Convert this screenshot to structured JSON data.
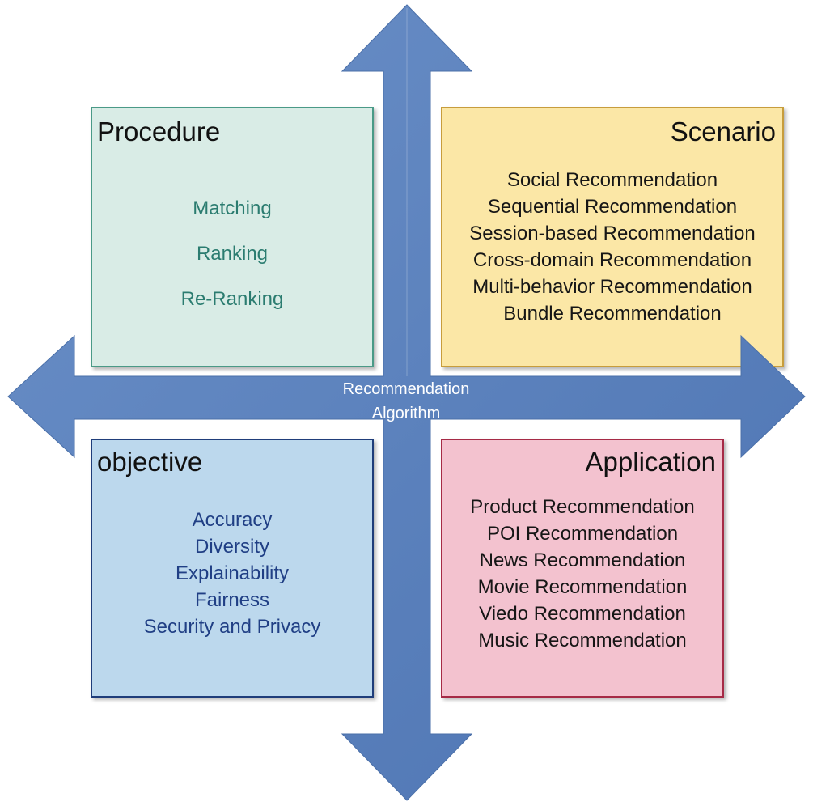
{
  "center": {
    "line1": "Recommendation",
    "line2": "Algorithm"
  },
  "colors": {
    "arrow": "#5b82bd",
    "procedure_fill": "#d9ece6",
    "procedure_text": "#2b7c70",
    "scenario_fill": "#fbe7a6",
    "objective_fill": "#bcd8ed",
    "objective_text": "#203f85",
    "application_fill": "#f3c2cf"
  },
  "procedure": {
    "title": "Procedure",
    "items": [
      "Matching",
      "Ranking",
      "Re-Ranking"
    ]
  },
  "scenario": {
    "title": "Scenario",
    "items": [
      "Social Recommendation",
      "Sequential Recommendation",
      "Session-based Recommendation",
      "Cross-domain Recommendation",
      "Multi-behavior Recommendation",
      "Bundle Recommendation"
    ]
  },
  "objective": {
    "title": "objective",
    "items": [
      "Accuracy",
      "Diversity",
      "Explainability",
      "Fairness",
      "Security and Privacy"
    ]
  },
  "application": {
    "title": "Application",
    "items": [
      "Product Recommendation",
      "POI Recommendation",
      "News Recommendation",
      "Movie Recommendation",
      "Viedo Recommendation",
      "Music Recommendation"
    ]
  }
}
